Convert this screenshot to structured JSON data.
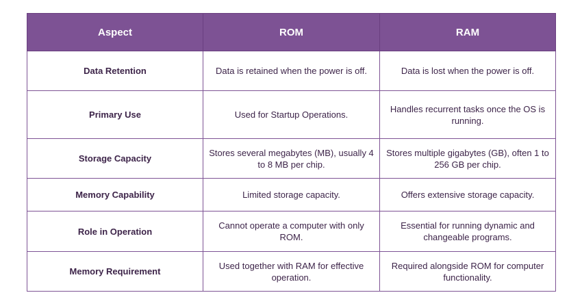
{
  "table": {
    "headers": [
      "Aspect",
      "ROM",
      "RAM"
    ],
    "rows": [
      {
        "aspect": "Data Retention",
        "rom": "Data is retained when the power is off.",
        "ram": "Data is lost when the power is off."
      },
      {
        "aspect": "Primary Use",
        "rom": "Used for Startup Operations.",
        "ram": "Handles recurrent tasks once the OS is running."
      },
      {
        "aspect": "Storage Capacity",
        "rom": "Stores several megabytes (MB), usually 4 to 8 MB per chip.",
        "ram": "Stores multiple gigabytes (GB), often 1 to 256 GB per chip."
      },
      {
        "aspect": "Memory Capability",
        "rom": "Limited storage capacity.",
        "ram": "Offers extensive storage capacity."
      },
      {
        "aspect": "Role in Operation",
        "rom": "Cannot operate a computer with only ROM.",
        "ram": "Essential for running dynamic and changeable programs."
      },
      {
        "aspect": "Memory Requirement",
        "rom": "Used together with RAM for effective operation.",
        "ram": "Required alongside ROM for computer functionality."
      }
    ]
  },
  "colors": {
    "header_background": "#7d5294",
    "header_text": "#ffffff",
    "border": "#7d5294",
    "body_text": "#3d2449"
  }
}
